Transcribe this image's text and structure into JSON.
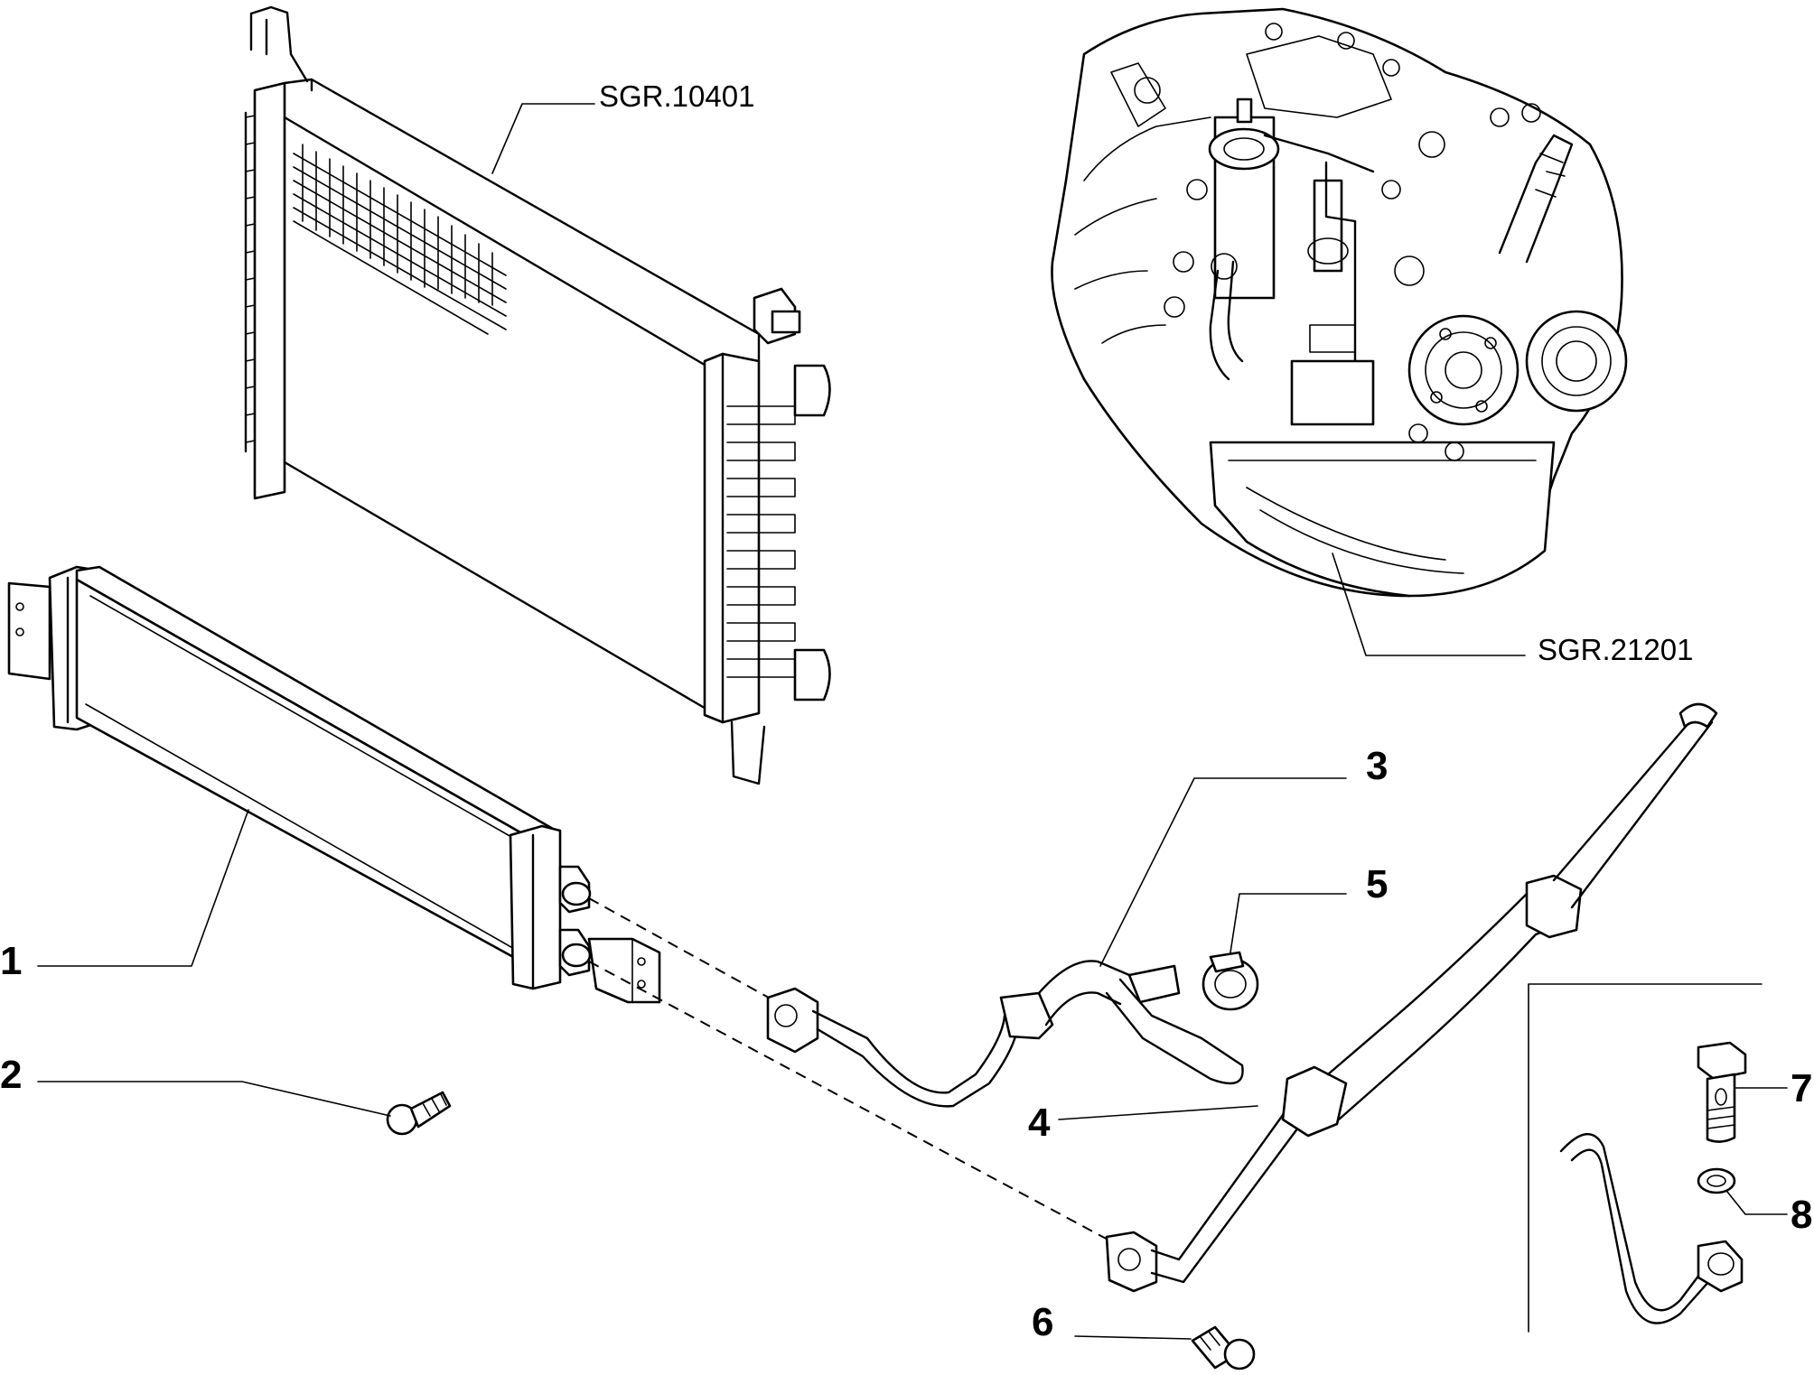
{
  "callouts": [
    {
      "id": "1",
      "label": "1"
    },
    {
      "id": "2",
      "label": "2"
    },
    {
      "id": "3",
      "label": "3"
    },
    {
      "id": "4",
      "label": "4"
    },
    {
      "id": "5",
      "label": "5"
    },
    {
      "id": "6",
      "label": "6"
    },
    {
      "id": "7",
      "label": "7"
    },
    {
      "id": "8",
      "label": "8"
    }
  ],
  "references": {
    "radiator": "SGR.10401",
    "gearbox": "SGR.21201"
  }
}
